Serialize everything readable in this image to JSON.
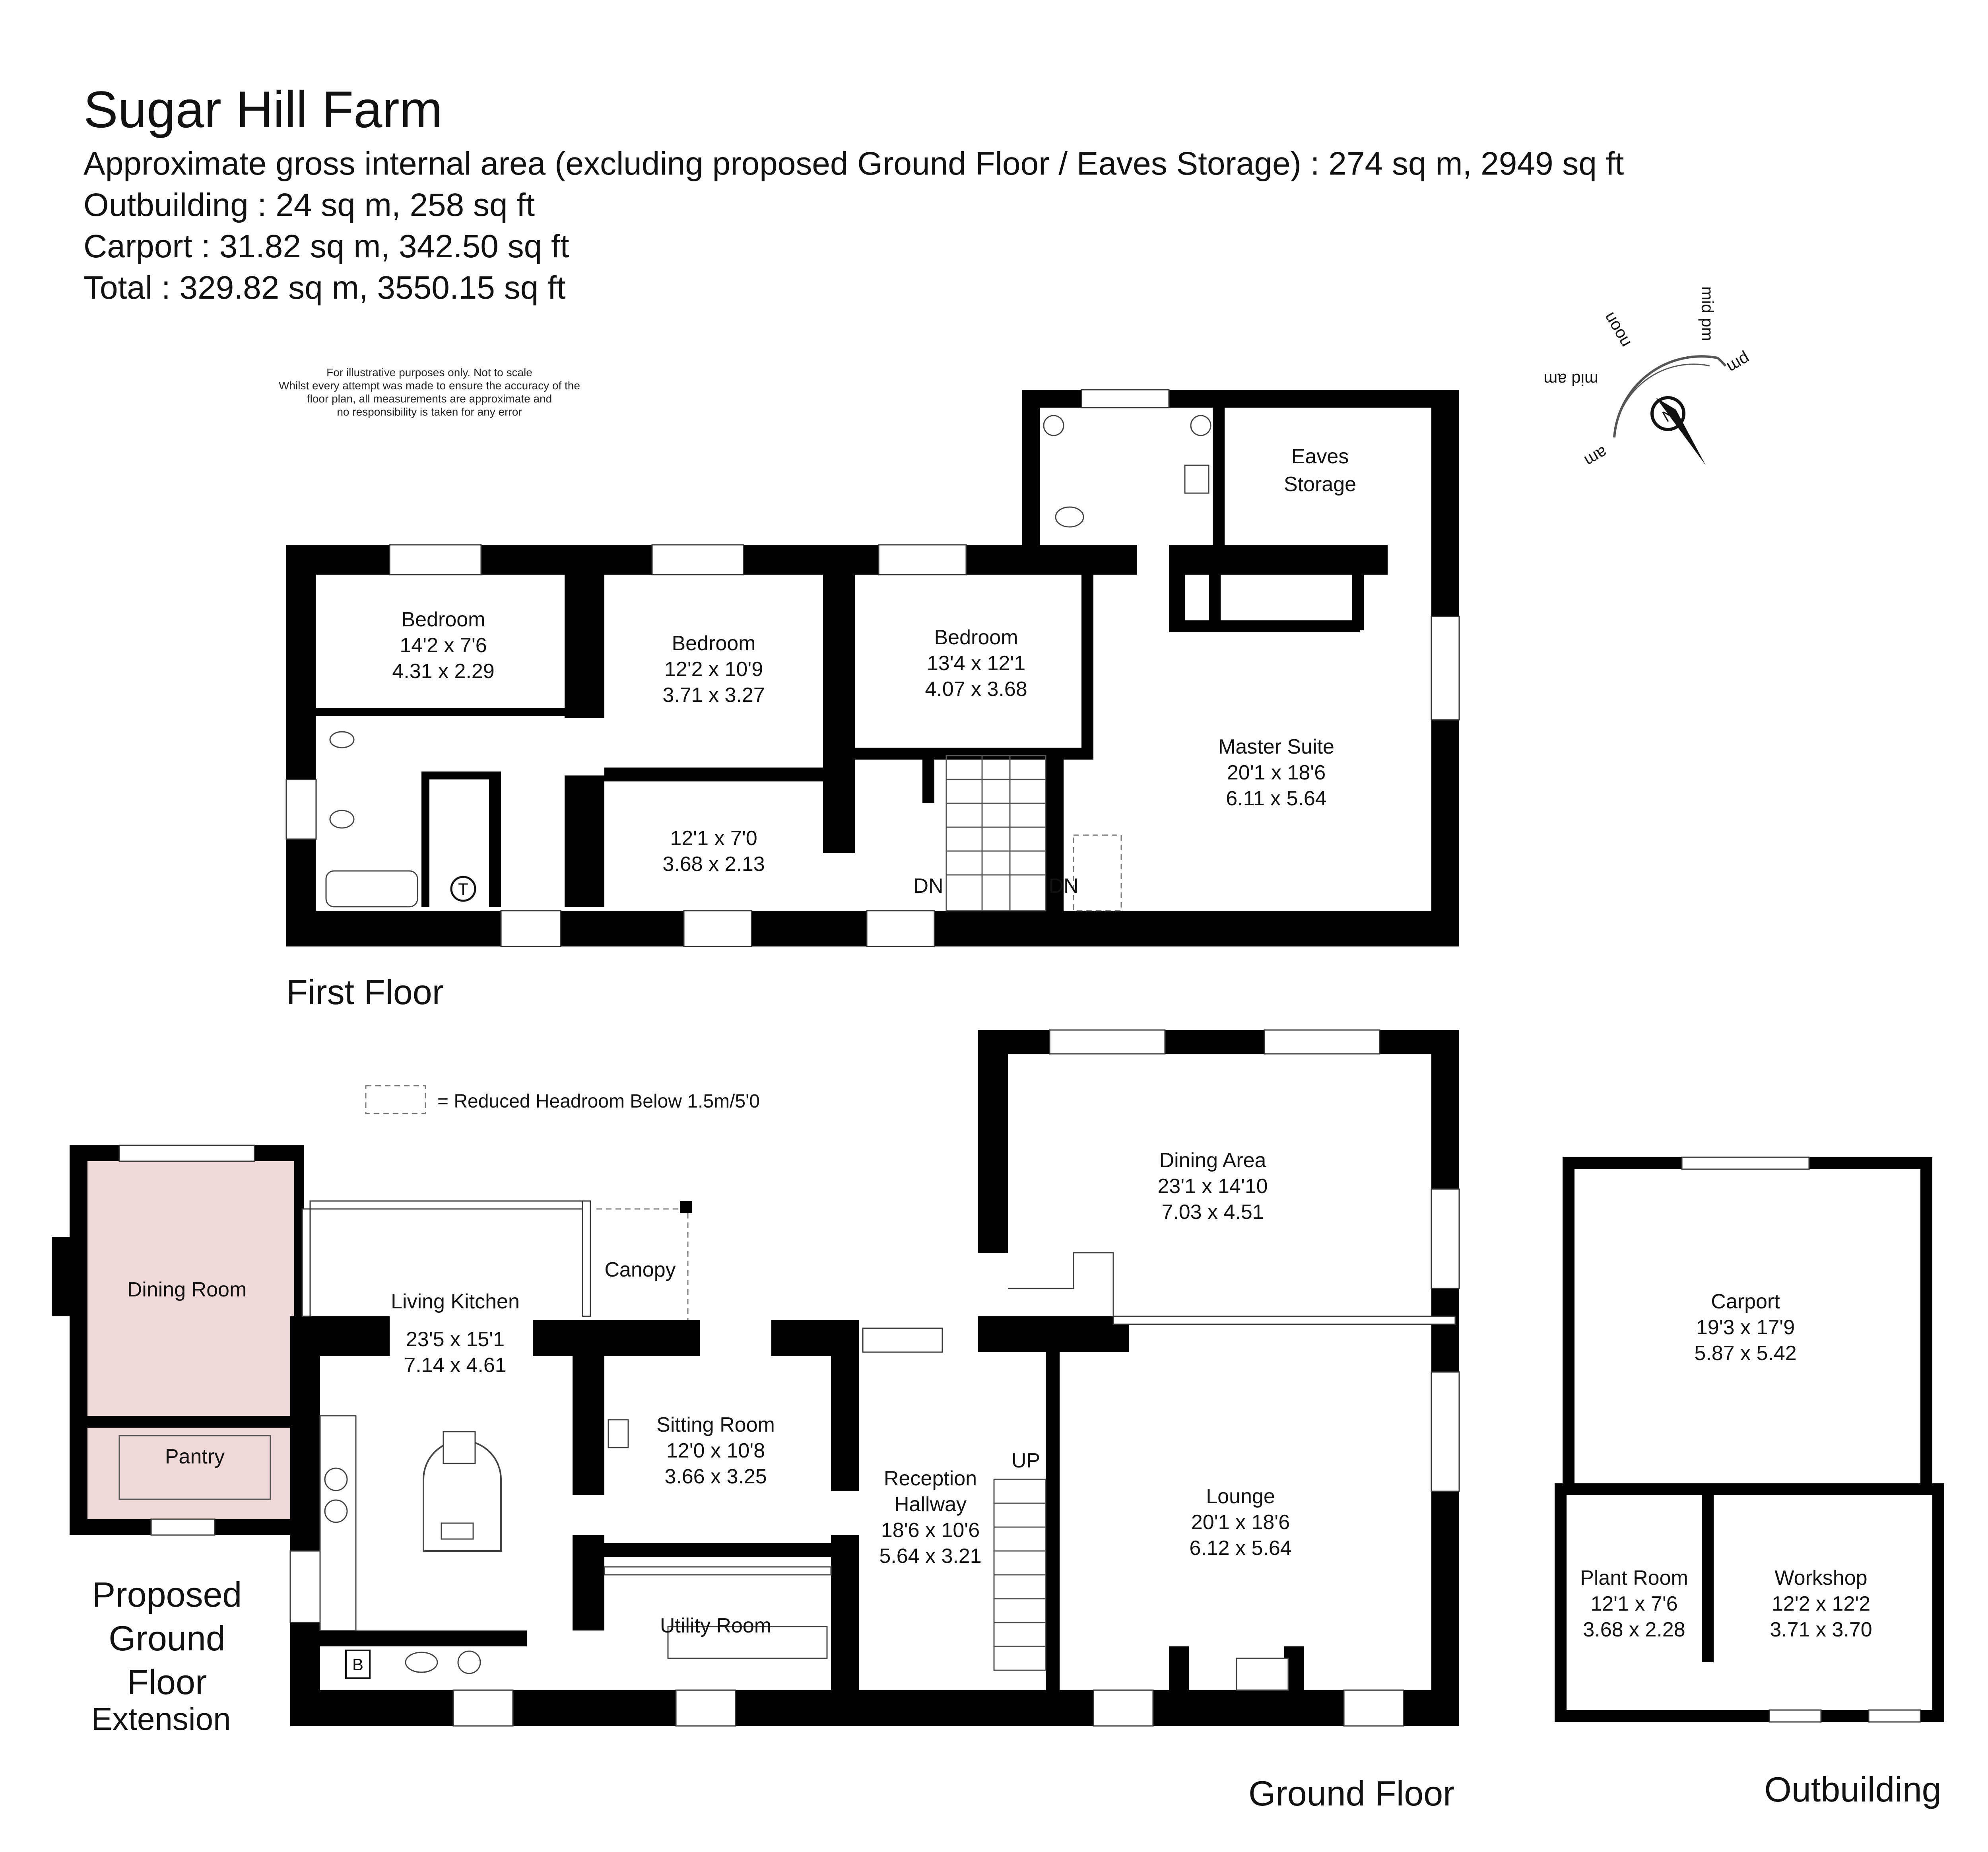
{
  "header": {
    "title": "Sugar Hill Farm",
    "lines": [
      "Approximate gross internal area (excluding proposed Ground Floor / Eaves Storage) : 274 sq m, 2949  sq ft",
      "Outbuilding : 24 sq m, 258 sq ft",
      "Carport : 31.82 sq m, 342.50 sq ft",
      "Total : 329.82 sq m, 3550.15 sq ft"
    ]
  },
  "disclaimer": [
    "For illustrative purposes only. Not to scale",
    "Whilst every attempt was made to ensure the accuracy of the",
    "floor plan, all measurements are approximate and",
    "no responsibility is taken for any error"
  ],
  "compass": {
    "labels": [
      "am",
      "mid am",
      "noon",
      "mid pm",
      "pm"
    ],
    "north": "N"
  },
  "first_floor": {
    "label": "First Floor",
    "rooms": {
      "bedroom1": {
        "name": "Bedroom",
        "imperial": "14'2 x 7'6",
        "metric": "4.31 x 2.29"
      },
      "bedroom2": {
        "name": "Bedroom",
        "imperial": "12'2 x 10'9",
        "metric": "3.71 x 3.27"
      },
      "bedroom3": {
        "name": "Bedroom",
        "imperial": "13'4 x 12'1",
        "metric": "4.07 x 3.68"
      },
      "small_room": {
        "imperial": "12'1 x 7'0",
        "metric": "3.68 x 2.13"
      },
      "master": {
        "name": "Master Suite",
        "imperial": "20'1 x 18'6",
        "metric": "6.11 x 5.64"
      },
      "eaves": {
        "name": "Eaves",
        "name2": "Storage"
      }
    },
    "stairs": [
      "DN",
      "DN"
    ],
    "tank": "T"
  },
  "legend": {
    "text": "= Reduced Headroom Below 1.5m/5'0"
  },
  "ground_floor": {
    "label": "Ground Floor",
    "rooms": {
      "dining_area": {
        "name": "Dining Area",
        "imperial": "23'1 x 14'10",
        "metric": "7.03 x 4.51"
      },
      "living_kitchen": {
        "name": "Living Kitchen",
        "imperial": "23'5 x 15'1",
        "metric": "7.14 x 4.61"
      },
      "canopy": {
        "name": "Canopy"
      },
      "sitting": {
        "name": "Sitting Room",
        "imperial": "12'0 x 10'8",
        "metric": "3.66 x 3.25"
      },
      "reception": {
        "name": "Reception",
        "name2": "Hallway",
        "imperial": "18'6 x 10'6",
        "metric": "5.64 x 3.21"
      },
      "lounge": {
        "name": "Lounge",
        "imperial": "20'1 x 18'6",
        "metric": "6.12 x 5.64"
      },
      "utility": {
        "name": "Utility Room"
      },
      "dining_room": {
        "name": "Dining Room"
      },
      "pantry": {
        "name": "Pantry"
      }
    },
    "stairs": "UP",
    "boiler": "B",
    "extension": [
      "Proposed",
      "Ground",
      "Floor",
      "Extension"
    ],
    "extension_fill": "#f0d8d8"
  },
  "outbuilding": {
    "label": "Outbuilding",
    "rooms": {
      "carport": {
        "name": "Carport",
        "imperial": "19'3 x 17'9",
        "metric": "5.87 x 5.42"
      },
      "plant": {
        "name": "Plant Room",
        "imperial": "12'1 x 7'6",
        "metric": "3.68 x 2.28"
      },
      "workshop": {
        "name": "Workshop",
        "imperial": "12'2 x 12'2",
        "metric": "3.71 x 3.70"
      }
    }
  },
  "colors": {
    "wall": "#000000",
    "extension": "#f0d8d8",
    "line": "#333333"
  }
}
